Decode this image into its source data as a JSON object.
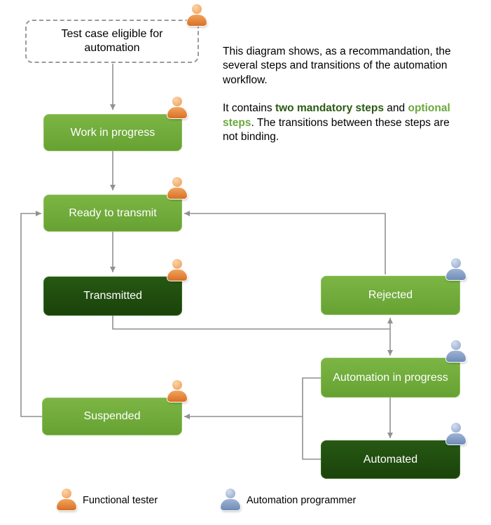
{
  "diagram": {
    "type": "flowchart",
    "subject": "test automation workflow"
  },
  "colors": {
    "step_green": "#6ca53a",
    "step_dark_green": "#1e4c0e",
    "connector_gray": "#919191",
    "mandatory_text_green": "#2c5a14",
    "optional_text_green": "#6aa83c",
    "functional_tester_orange": "#e07f3c",
    "automation_programmer_blue": "#7e97c1"
  },
  "icons": {
    "functional_tester": "person-orange-icon",
    "automation_programmer": "person-blue-icon"
  },
  "nodes": {
    "eligible": {
      "label": "Test case eligible for automation",
      "style": "dashed",
      "role": "functional_tester"
    },
    "work_in_progress": {
      "label": "Work in progress",
      "style": "green",
      "role": "functional_tester"
    },
    "ready_to_transmit": {
      "label": "Ready to transmit",
      "style": "green",
      "role": "functional_tester"
    },
    "transmitted": {
      "label": "Transmitted",
      "style": "dark_green",
      "role": "functional_tester"
    },
    "rejected": {
      "label": "Rejected",
      "style": "green",
      "role": "automation_programmer"
    },
    "automation_in_progress": {
      "label": "Automation in progress",
      "style": "green",
      "role": "automation_programmer"
    },
    "automated": {
      "label": "Automated",
      "style": "dark_green",
      "role": "automation_programmer"
    },
    "suspended": {
      "label": "Suspended",
      "style": "green",
      "role": "functional_tester"
    }
  },
  "description": {
    "para1": "This diagram shows, as a recommandation, the several steps and transitions of the automation workflow.",
    "para2_prefix": "It contains ",
    "para2_bold1": "two mandatory steps",
    "para2_mid": " and ",
    "para2_bold2": "optional steps",
    "para2_suffix": ". The transitions between these steps are not binding."
  },
  "legend": {
    "functional_tester": "Functional tester",
    "automation_programmer": "Automation programmer"
  }
}
